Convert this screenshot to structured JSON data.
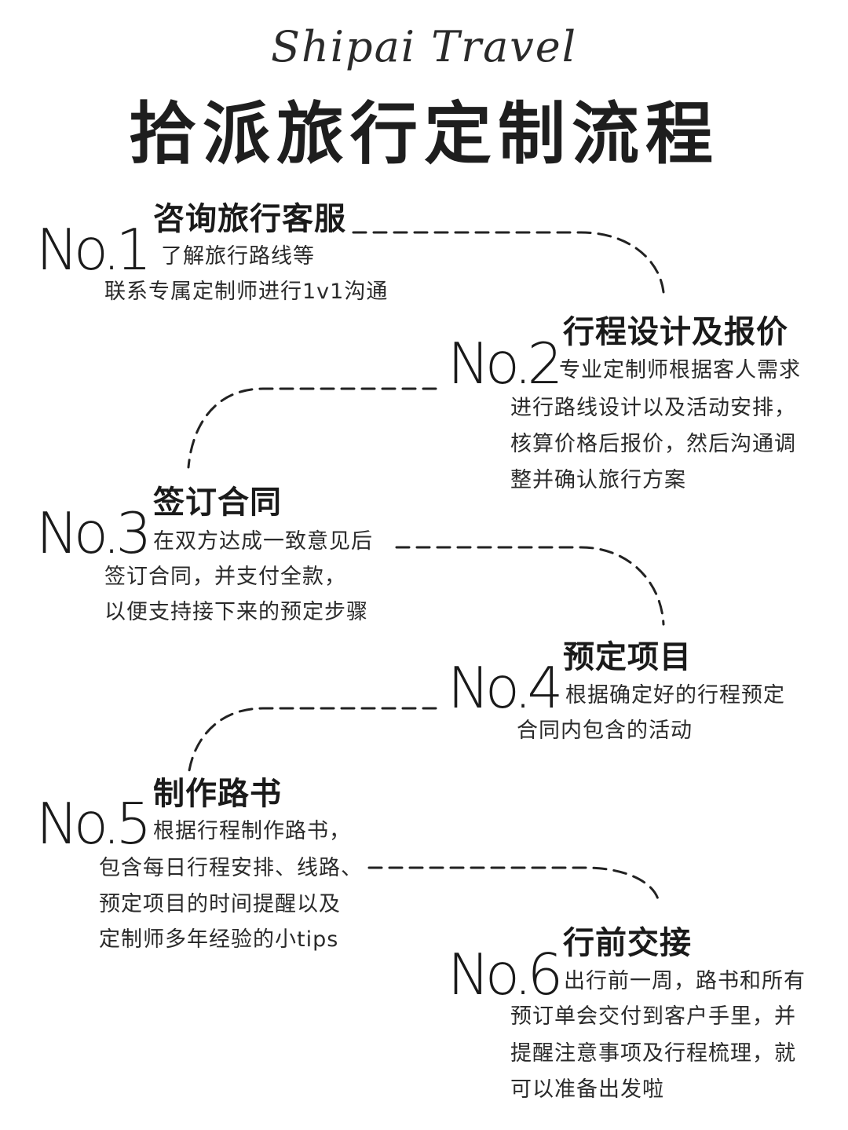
{
  "header": {
    "script_title": "Shipai Travel",
    "main_title": "拾派旅行定制流程"
  },
  "steps": [
    {
      "number": "No.1",
      "title": "咨询旅行客服",
      "lines": [
        "了解旅行路线等",
        "联系专属定制师进行1v1沟通"
      ]
    },
    {
      "number": "No.2",
      "title": "行程设计及报价",
      "lines": [
        "专业定制师根据客人需求",
        "进行路线设计以及活动安排，",
        "核算价格后报价，然后沟通调",
        "整并确认旅行方案"
      ]
    },
    {
      "number": "No.3",
      "title": "签订合同",
      "lines": [
        "在双方达成一致意见后",
        "签订合同，并支付全款，",
        "以便支持接下来的预定步骤"
      ]
    },
    {
      "number": "No.4",
      "title": "预定项目",
      "lines": [
        "根据确定好的行程预定",
        "合同内包含的活动"
      ]
    },
    {
      "number": "No.5",
      "title": "制作路书",
      "lines": [
        "根据行程制作路书，",
        "包含每日行程安排、线路、",
        "预定项目的时间提醒以及",
        "定制师多年经验的小tips"
      ]
    },
    {
      "number": "No.6",
      "title": "行前交接",
      "lines": [
        "出行前一周，路书和所有",
        "预订单会交付到客户手里，并",
        "提醒注意事项及行程梳理，就",
        "可以准备出发啦"
      ]
    }
  ]
}
